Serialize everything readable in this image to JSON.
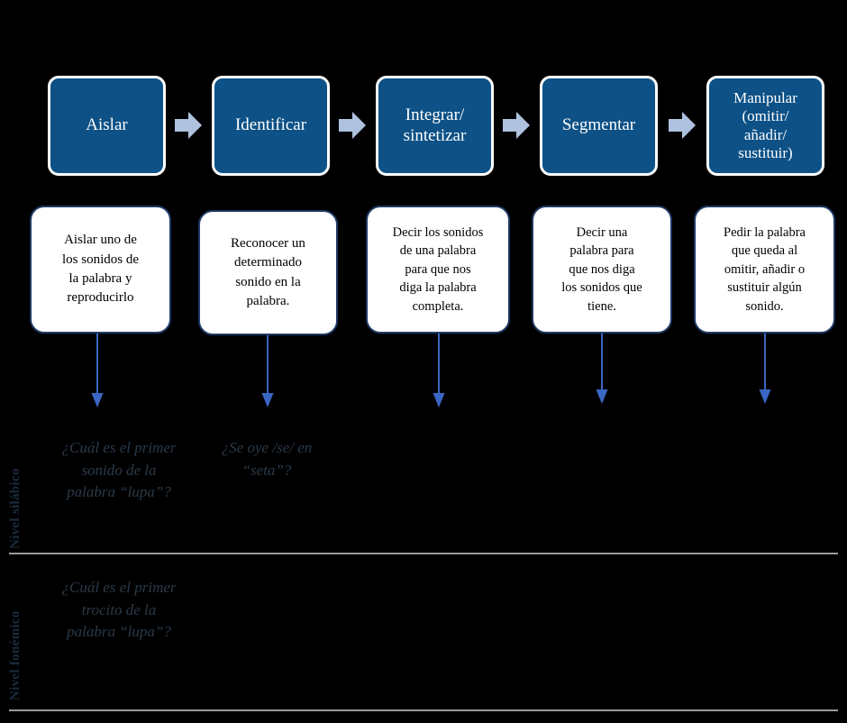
{
  "diagram": {
    "title": "Niveles de conciencia fonologica - habilidades",
    "background_color": "#000000",
    "stage_box_fill": "#0d5186",
    "stage_box_border": "#ffffff",
    "chevron_color": "#aec2e0",
    "desc_card_fill": "#ffffff",
    "desc_card_border": "#1f3864",
    "arrow_color": "#3a66c4",
    "divider_color": "#9a9a9a",
    "faded_text_color": "#2b3a48",
    "level_label_color": "#1b2b3e"
  },
  "stages": [
    {
      "id": "aislar",
      "label_lines": [
        "Aislar"
      ],
      "description_lines": [
        "Aislar uno de",
        "los sonidos de",
        "la palabra y",
        "reproducirlo"
      ]
    },
    {
      "id": "identificar",
      "label_lines": [
        "Identificar"
      ],
      "description_lines": [
        "Reconocer un",
        "determinado",
        "sonido en la",
        "palabra."
      ]
    },
    {
      "id": "integrar-sintetizar",
      "label_lines": [
        "Integrar/",
        "sintetizar"
      ],
      "description_lines": [
        "Decir los sonidos",
        "de una palabra",
        "para que nos",
        "diga la palabra",
        "completa."
      ]
    },
    {
      "id": "segmentar",
      "label_lines": [
        "Segmentar"
      ],
      "description_lines": [
        "Decir una",
        "palabra para",
        "que nos diga",
        "los sonidos que",
        "tiene."
      ]
    },
    {
      "id": "manipular",
      "label_lines": [
        "Manipular",
        "(omitir/",
        "añadir/",
        "sustituir)"
      ],
      "description_lines": [
        "Pedir la palabra",
        "que queda al",
        "omitir, añadir o",
        "sustituir algún",
        "sonido."
      ]
    }
  ],
  "levels": [
    {
      "id": "silabico",
      "label": "Nivel silábico",
      "examples": [
        {
          "stage": "aislar",
          "lines": [
            "¿Cuál es el primer",
            "sonido de la",
            "palabra “lupa”?"
          ]
        },
        {
          "stage": "identificar",
          "lines": [
            "¿Se oye /se/ en",
            "“seta”?"
          ]
        }
      ]
    },
    {
      "id": "fonemico",
      "label": "Nivel fonémico",
      "examples": [
        {
          "stage": "aislar",
          "lines": [
            "¿Cuál es el primer",
            "trocito de la",
            "palabra “lupa”?"
          ]
        }
      ]
    }
  ]
}
